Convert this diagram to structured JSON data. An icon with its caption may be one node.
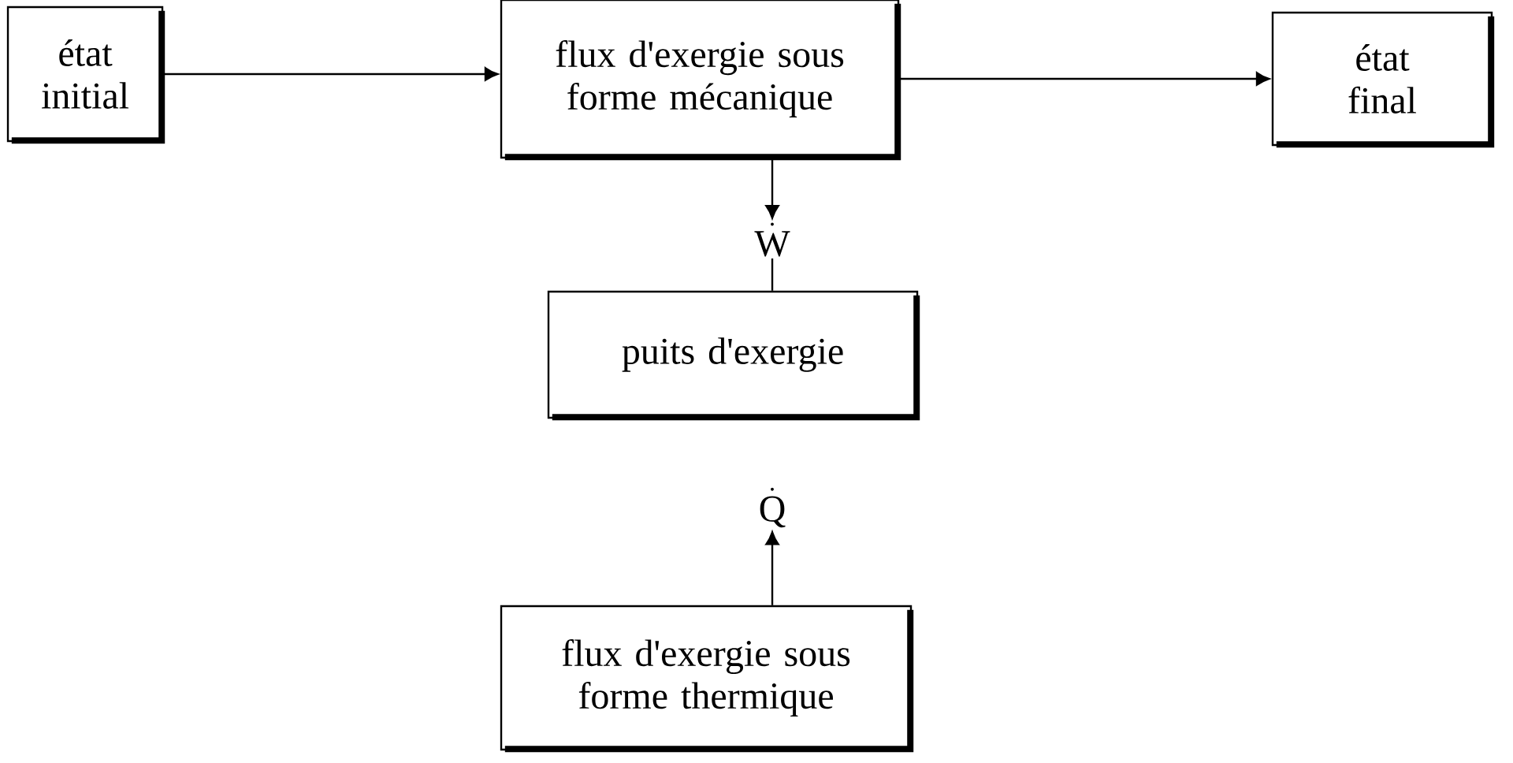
{
  "diagram": {
    "nodes": [
      {
        "text": [
          "état initial"
        ]
      },
      {
        "text": [
          "flux d'exergie sous forme mécanique"
        ]
      },
      {
        "text": [
          "état final"
        ]
      },
      {
        "text": [
          "\\dot{\\mathrm{W}}"
        ]
      },
      {
        "text": [
          "puits d'exergie"
        ]
      },
      {
        "text": [
          "\\dot{\\mathrm{Q}}"
        ]
      },
      {
        "text": [
          "flux d'exergie sous forme thermique"
        ]
      }
    ],
    "edges": [
      {
        "from": 0,
        "to": 1,
        "arrow": "to"
      },
      {
        "from": 1,
        "to": 2,
        "arrow": "to"
      },
      {
        "from": 1,
        "to": 3,
        "arrow": "to"
      },
      {
        "from": 3,
        "to": 4,
        "arrow": "none"
      },
      {
        "from": 6,
        "to": 5,
        "arrow": "to"
      }
    ]
  }
}
